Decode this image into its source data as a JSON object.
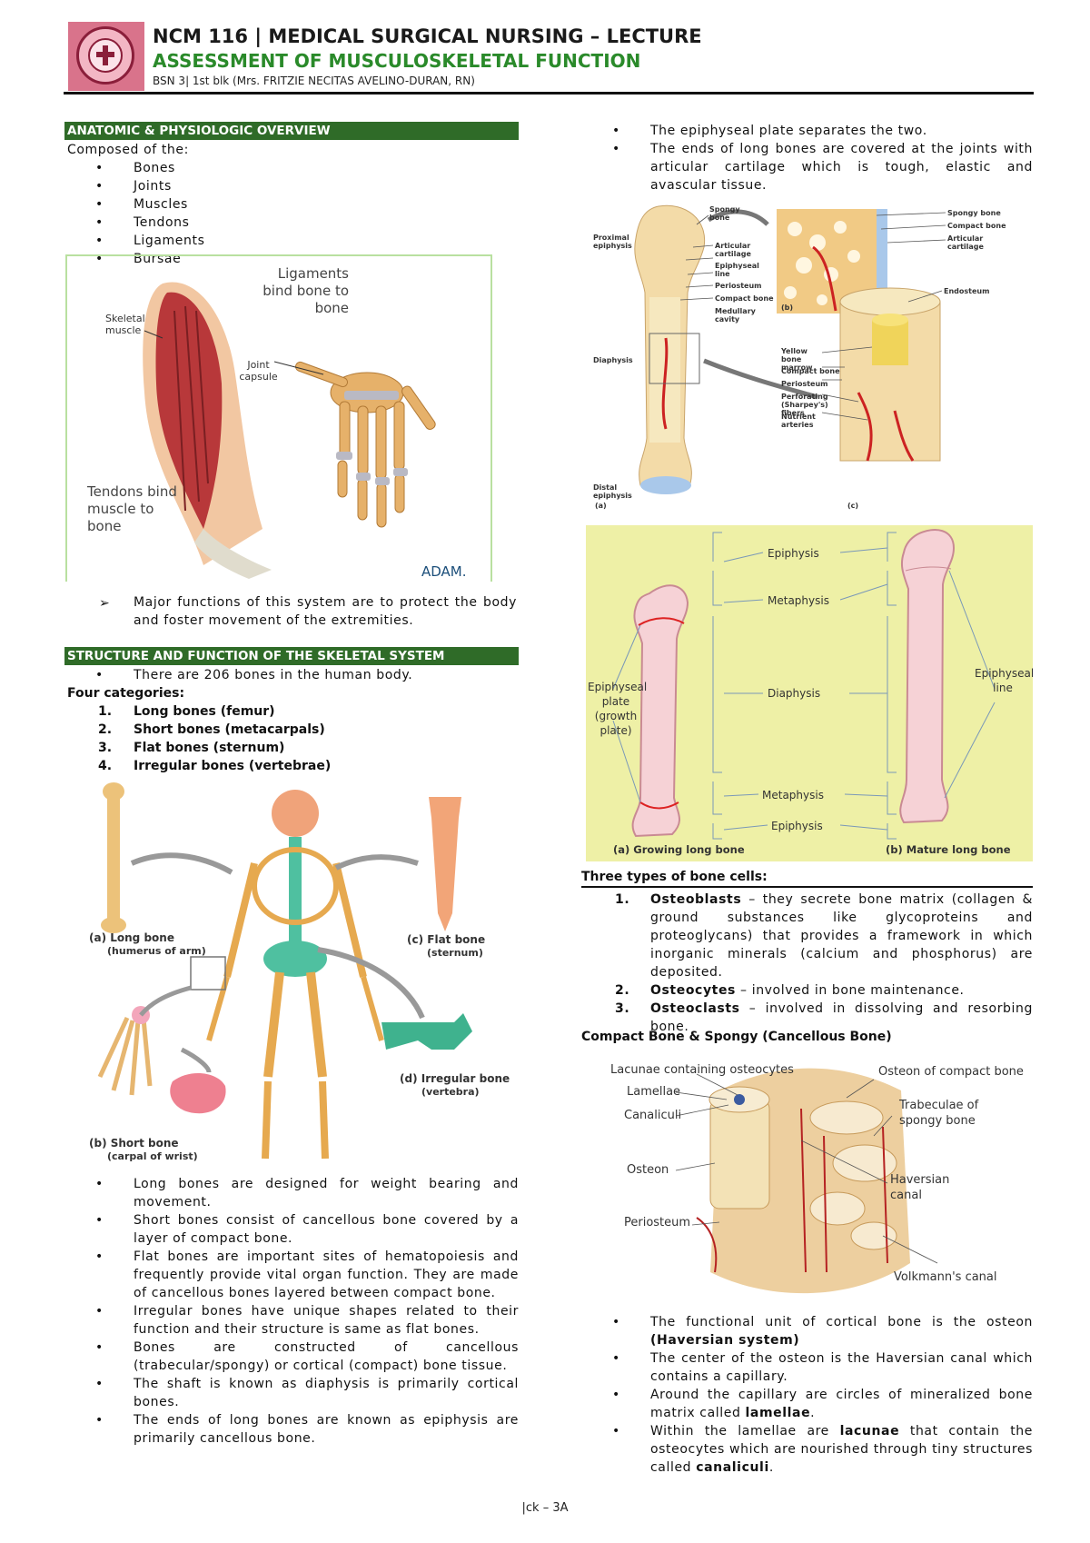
{
  "header": {
    "title": "NCM 116 | MEDICAL SURGICAL NURSING – LECTURE",
    "subtitle": "ASSESSMENT OF MUSCULOSKELETAL FUNCTION",
    "meta": "BSN 3| 1st blk (Mrs. FRITZIE NECITAS AVELINO-DURAN, RN)"
  },
  "section1": {
    "heading": "ANATOMIC & PHYSIOLOGIC OVERVIEW",
    "intro": "Composed of the:",
    "items": [
      "Bones",
      "Joints",
      "Muscles",
      "Tendons",
      "Ligaments",
      "Bursae"
    ],
    "figure": {
      "ligaments": "Ligaments bind bone to bone",
      "skeletal_muscle": "Skeletal muscle",
      "joint_capsule": "Joint capsule",
      "tendons": "Tendons bind muscle to bone",
      "brand": "ADAM."
    },
    "note": "Major functions of this system are to protect the body and foster movement of the extremities."
  },
  "section2": {
    "heading": "STRUCTURE AND FUNCTION OF THE SKELETAL SYSTEM",
    "fact": "There are 206 bones in the human body.",
    "categories_title": "Four categories:",
    "categories": [
      {
        "n": "1.",
        "text": "Long bones (femur)"
      },
      {
        "n": "2.",
        "text": "Short bones (metacarpals)"
      },
      {
        "n": "3.",
        "text": "Flat bones (sternum)"
      },
      {
        "n": "4.",
        "text": "Irregular bones (vertebrae)"
      }
    ],
    "figure": {
      "a": "(a) Long bone",
      "a_sub": "(humerus of arm)",
      "b": "(b) Short bone",
      "b_sub": "(carpal of wrist)",
      "c": "(c) Flat bone",
      "c_sub": "(sternum)",
      "d": "(d) Irregular bone",
      "d_sub": "(vertebra)"
    },
    "bullets": [
      "Long bones are designed for weight bearing and movement.",
      "Short bones consist of cancellous bone covered by a layer of compact bone.",
      "Flat bones are important sites of hematopoiesis and frequently provide vital organ function. They are made of cancellous bones layered between compact bone.",
      "Irregular bones have unique shapes related to their function and their structure is same as flat bones.",
      "Bones are constructed of cancellous (trabecular/spongy) or cortical (compact) bone tissue.",
      "The shaft is known as diaphysis is primarily cortical bones.",
      "The ends of long bones are known as epiphysis are primarily cancellous bone."
    ]
  },
  "right": {
    "bullets_top": [
      "The epiphyseal plate separates the two.",
      "The ends of long bones are covered at the joints with articular cartilage which is tough, elastic and avascular tissue."
    ],
    "fig1": {
      "proximal": "Proximal epiphysis",
      "diaphysis": "Diaphysis",
      "distal": "Distal epiphysis",
      "spongy": "Spongy bone",
      "articular": "Articular cartilage",
      "epi_line": "Epiphyseal line",
      "periosteum": "Periosteum",
      "compact": "Compact bone",
      "medullary": "Medullary cavity",
      "r_spongy": "Spongy bone",
      "r_compact": "Compact bone",
      "r_articular": "Articular cartilage",
      "endosteum": "Endosteum",
      "yellow": "Yellow bone marrow",
      "c_compact": "Compact bone",
      "c_periosteum": "Periosteum",
      "perforating": "Perforating (Sharpey's) fibers",
      "nutrient": "Nutrient arteries",
      "a": "(a)",
      "b": "(b)",
      "c": "(c)"
    },
    "fig2": {
      "epiphysis_top": "Epiphysis",
      "metaphysis_top": "Metaphysis",
      "diaphysis": "Diaphysis",
      "metaphysis_bottom": "Metaphysis",
      "epiphysis_bottom": "Epiphysis",
      "plate": "Epiphyseal plate (growth plate)",
      "line": "Epiphyseal line",
      "a": "(a) Growing long bone",
      "b": "(b) Mature long bone"
    },
    "cells_title": "Three types of bone cells:",
    "cells": [
      {
        "n": "1.",
        "name": "Osteoblasts",
        "text": " – they secrete bone matrix (collagen & ground substances like glycoproteins and proteoglycans) that provides a framework in which inorganic minerals (calcium and phosphorus) are deposited."
      },
      {
        "n": "2.",
        "name": "Osteocytes",
        "text": " – involved in bone maintenance."
      },
      {
        "n": "3.",
        "name": "Osteoclasts",
        "text": " – involved in dissolving and resorbing bone."
      }
    ],
    "compact_title": "Compact Bone & Spongy (Cancellous Bone)",
    "fig3": {
      "lacunae": "Lacunae containing osteocytes",
      "lamellae": "Lamellae",
      "canaliculi": "Canaliculi",
      "osteon": "Osteon",
      "periosteum": "Periosteum",
      "osteon_compact": "Osteon of compact bone",
      "trabeculae": "Trabeculae of spongy bone",
      "haversian": "Haversian canal",
      "volkmann": "Volkmann's canal"
    },
    "bullets_bottom": [
      {
        "pre": "The functional unit of cortical bone is the osteon ",
        "b": "(Haversian system)",
        "post": ""
      },
      {
        "pre": "The center of the osteon is the Haversian canal which contains a capillary.",
        "b": "",
        "post": ""
      },
      {
        "pre": "Around the capillary are circles of mineralized bone matrix called ",
        "b": "lamellae",
        "post": "."
      },
      {
        "pre": "Within the lamellae are ",
        "b": "lacunae",
        "post": " that contain the osteocytes which are nourished through tiny structures called "
      },
      {
        "pre": "",
        "b": "canaliculi",
        "post": "."
      }
    ]
  },
  "footer": "|ck – 3A",
  "colors": {
    "section_bar": "#2f6b28",
    "subtitle": "#2a8a2a",
    "bone": "#e7b76b",
    "vessel": "#cc2222"
  }
}
